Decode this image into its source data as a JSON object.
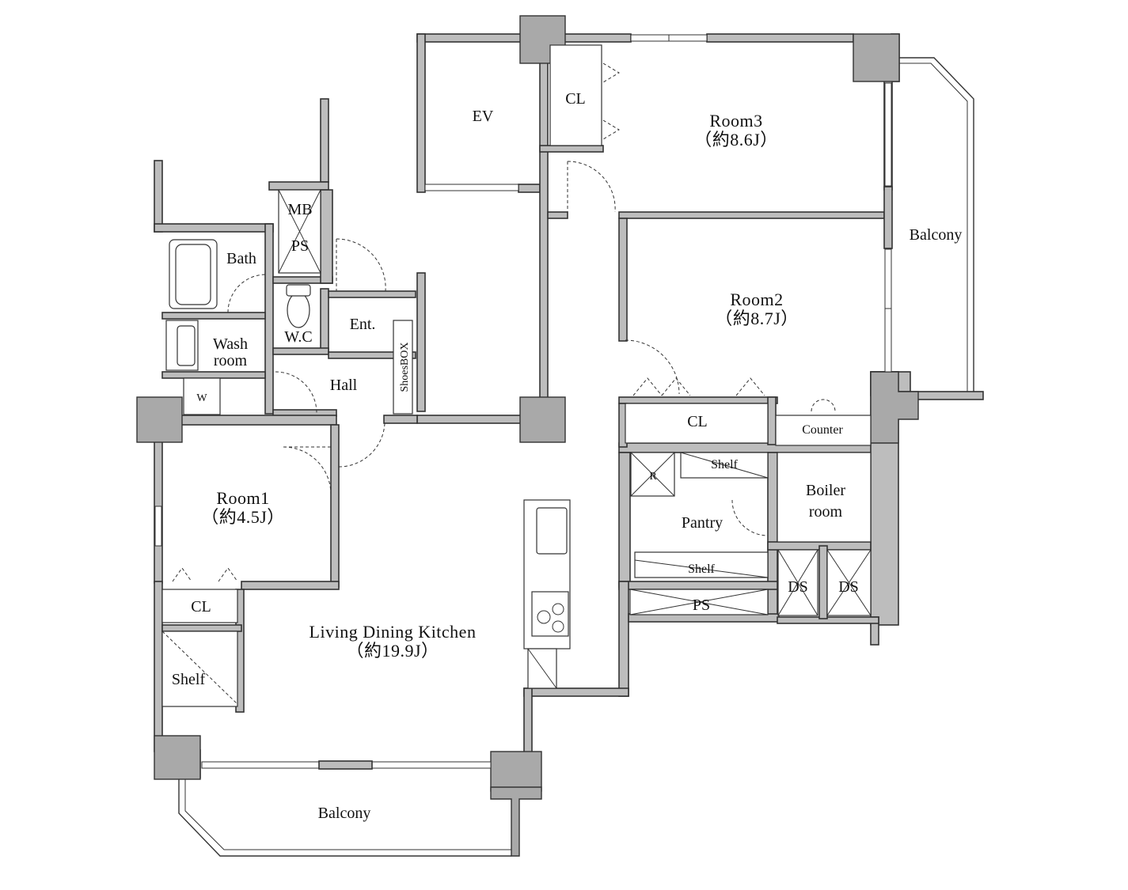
{
  "rooms": {
    "ev": "EV",
    "cl_top": "CL",
    "room3": "Room3",
    "room3_size": "（約8.6J）",
    "mb": "MB",
    "ps_top": "PS",
    "bath": "Bath",
    "wc": "W.C",
    "ent": "Ent.",
    "wash_1": "Wash",
    "wash_2": "room",
    "w": "W",
    "hall": "Hall",
    "shoes": "ShoesBOX",
    "room2": "Room2",
    "room2_size": "（約8.7J）",
    "balcony_right": "Balcony",
    "cl_room2": "CL",
    "counter": "Counter",
    "r": "R",
    "shelf_pantry_top": "Shelf",
    "boiler_1": "Boiler",
    "boiler_2": "room",
    "pantry": "Pantry",
    "shelf_pantry_bottom": "Shelf",
    "ds_1": "DS",
    "ds_2": "DS",
    "ps_bottom": "PS",
    "room1": "Room1",
    "room1_size": "（約4.5J）",
    "cl_room1": "CL",
    "shelf_left": "Shelf",
    "ldk": "Living Dining Kitchen",
    "ldk_size": "（約19.9J）",
    "balcony_bottom": "Balcony"
  }
}
